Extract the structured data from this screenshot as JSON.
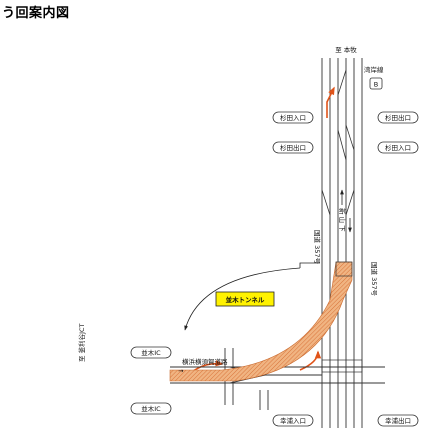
{
  "title": "う回案内図",
  "labels": {
    "destination_top": "至 本牧",
    "bayshore_line": "湾岸線",
    "bayshore_badge": "B",
    "route_357_north": "国道 357号",
    "route_357_south": "国道 357号",
    "yokohama_yokosuka": "横浜横須賀道路",
    "destination_left": "至 釜利谷JCT",
    "tunnel_name": "並木トンネル",
    "jct_arrow": "→",
    "vertical_road_label": "新 山 下"
  },
  "pills": {
    "sugita_in_left": "杉田入口",
    "sugita_out_right_top": "杉田出口",
    "sugita_out_left": "杉田出口",
    "sugita_in_right": "杉田入口",
    "namiki_ic_upper": "並木IC",
    "namiki_ic_lower": "並木IC",
    "sachiura_in": "幸浦入口",
    "sachiura_out": "幸浦出口"
  },
  "colors": {
    "tunnel_fill": "#f0b482",
    "tunnel_hatch": "#e07a3a",
    "detour_arrow": "#e0541a",
    "road_line": "#333333",
    "tunnel_label_bg": "#fff200"
  }
}
